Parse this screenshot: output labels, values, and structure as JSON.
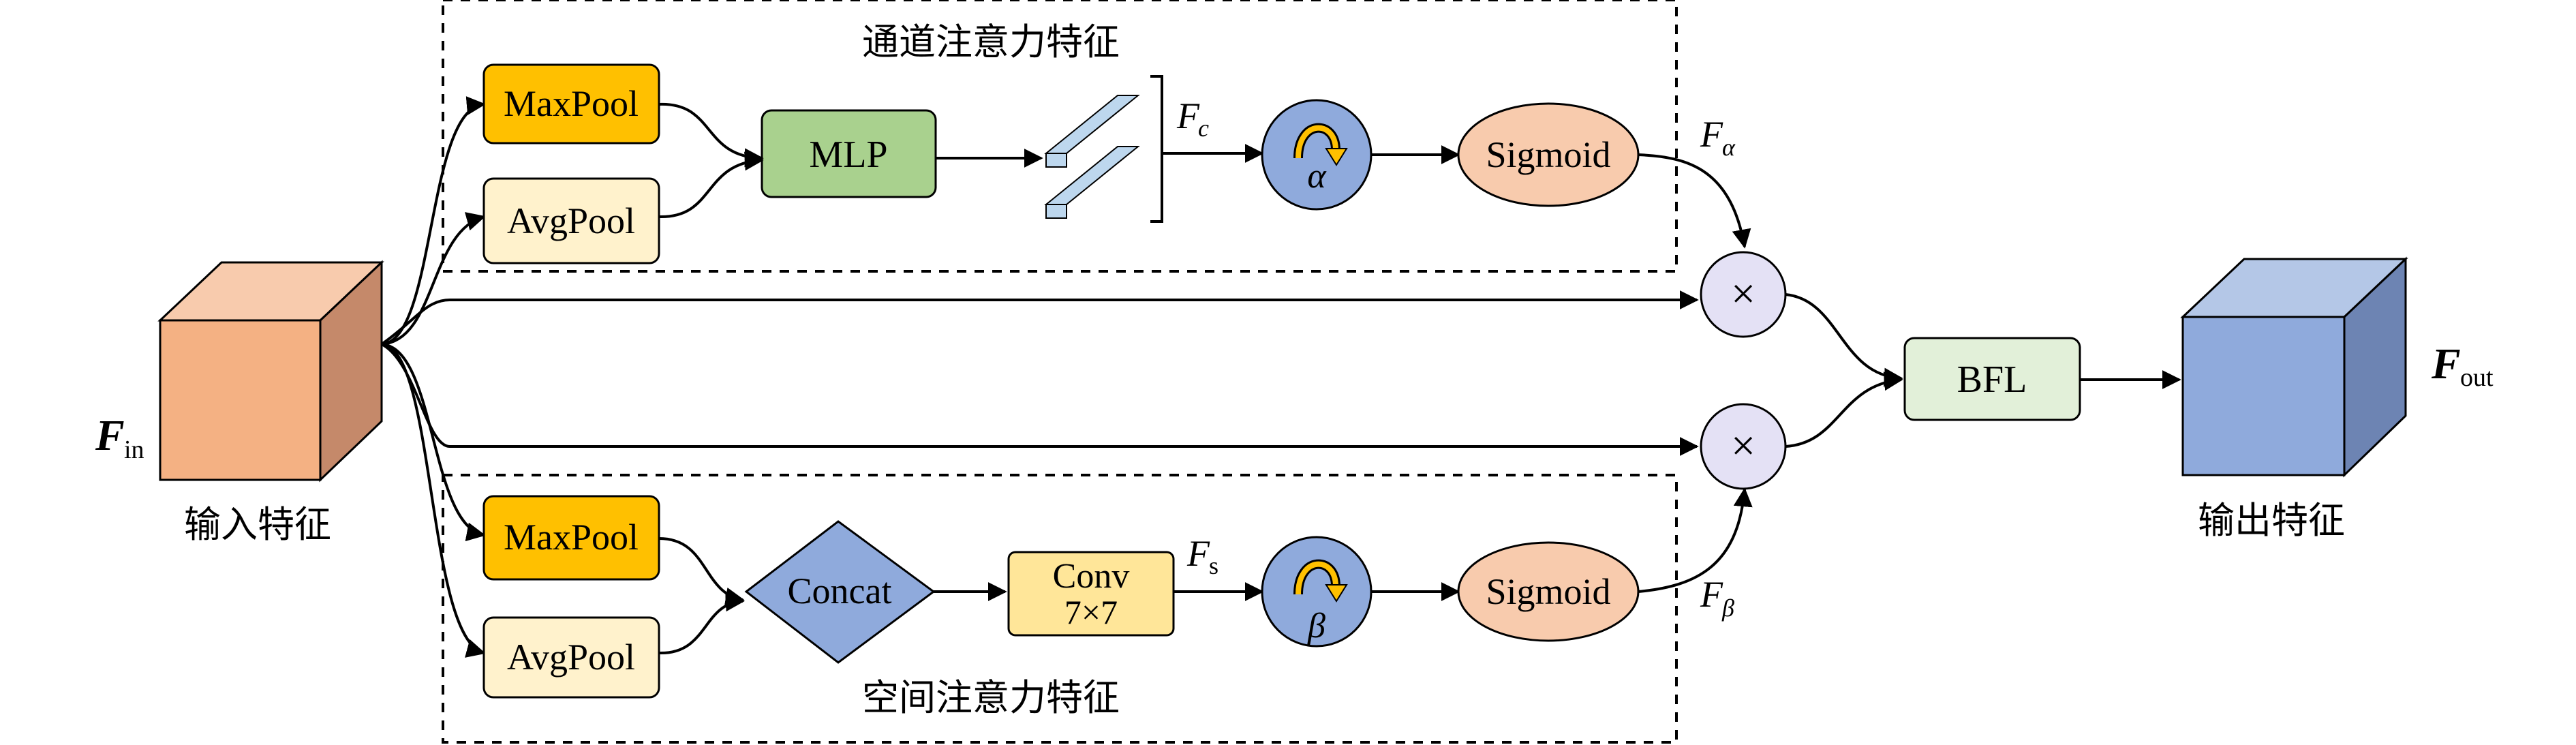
{
  "input": {
    "symbol": "F",
    "subscript": "in",
    "caption": "输入特征"
  },
  "output": {
    "symbol": "F",
    "subscript": "out",
    "caption": "输出特征"
  },
  "channel_branch": {
    "title": "通道注意力特征",
    "maxpool_label": "MaxPool",
    "avgpool_label": "AvgPool",
    "mlp_label": "MLP",
    "feature_symbol": "F",
    "feature_subscript": "c",
    "weight_symbol": "α",
    "sigmoid_label": "Sigmoid",
    "output_symbol": "F",
    "output_subscript": "α"
  },
  "spatial_branch": {
    "title": "空间注意力特征",
    "maxpool_label": "MaxPool",
    "avgpool_label": "AvgPool",
    "concat_label": "Concat",
    "conv_label_line1": "Conv",
    "conv_label_line2": "7×7",
    "feature_symbol": "F",
    "feature_subscript": "s",
    "weight_symbol": "β",
    "sigmoid_label": "Sigmoid",
    "output_symbol": "F",
    "output_subscript": "β"
  },
  "fusion": {
    "multiply_symbol": "×",
    "bfl_label": "BFL"
  },
  "colors": {
    "maxpool_fill": "#ffc000",
    "avgpool_fill": "#fff2cc",
    "mlp_fill": "#a9d18e",
    "conv_fill": "#ffe699",
    "concat_fill": "#8faadc",
    "weight_circle_fill": "#8faadc",
    "sigmoid_fill": "#f8cbad",
    "multiply_fill": "#e4e1f5",
    "bfl_fill": "#e2f0d9",
    "input_cube_front": "#f4b183",
    "input_cube_side": "#c5896a",
    "input_cube_top": "#f8cbad",
    "output_cube_front": "#8faadc",
    "output_cube_side": "#6d84b3",
    "output_cube_top": "#b4c7e7",
    "fc_bar_fill": "#bdd7ee",
    "arrow_icon": "#ffc000"
  }
}
